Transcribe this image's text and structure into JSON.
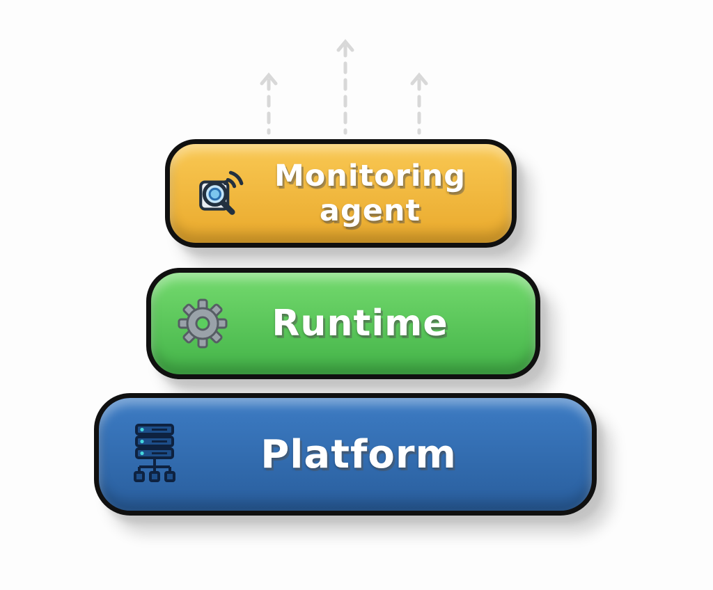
{
  "canvas": {
    "background": "#fdfdfd"
  },
  "arrows": {
    "description": "three dashed upward arrows above the stack",
    "color": "#d8d8d8",
    "count": 3
  },
  "layers": [
    {
      "id": "monitoring-agent",
      "label": "Monitoring agent",
      "icon": "magnifier-signal-icon",
      "fill_top": "#f9c85333",
      "fill_top_color": "#f9c853",
      "fill_bottom_color": "#e9a92c",
      "border_color": "#101010",
      "text_color": "#ffffff"
    },
    {
      "id": "runtime",
      "label": "Runtime",
      "icon": "gear-icon",
      "fill_top_color": "#74da6e",
      "fill_bottom_color": "#43b348",
      "border_color": "#101010",
      "text_color": "#ffffff"
    },
    {
      "id": "platform",
      "label": "Platform",
      "icon": "server-network-icon",
      "fill_top_color": "#3d7cc4",
      "fill_bottom_color": "#295e9d",
      "border_color": "#101010",
      "text_color": "#ffffff"
    }
  ]
}
